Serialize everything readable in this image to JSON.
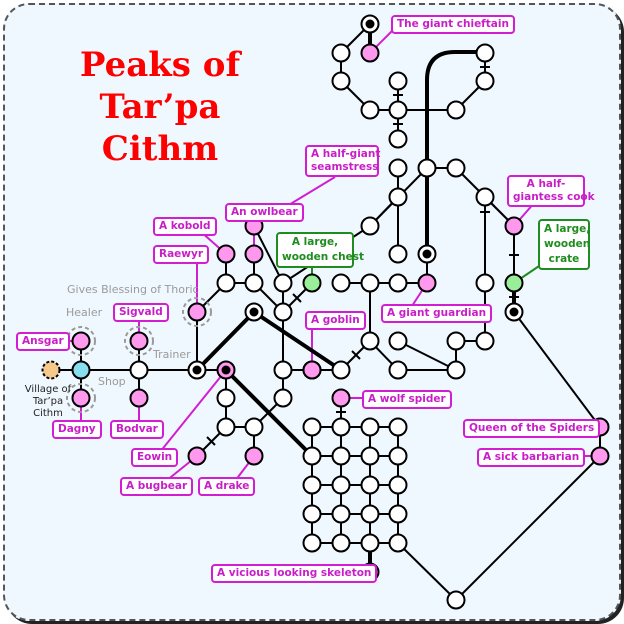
{
  "map": {
    "title_line1": "Peaks of",
    "title_line2": "Tar’pa Cithm",
    "colors": {
      "background": "#f0f8ff",
      "title": "#ff0000",
      "npc_label": "#c81ec8",
      "item_label": "#1e8c1e",
      "npc_node": "#ff99ee",
      "item_node": "#99ee99",
      "shop_node": "#88ddee",
      "start_node": "#f5c88c",
      "note_text": "#9a9a9a"
    },
    "village": {
      "line1": "Village of",
      "line2": "Tar’pa",
      "line3": "Cithm"
    },
    "notes": {
      "healer": "Healer",
      "shop": "Shop",
      "trainer": "Trainer",
      "blessing": "Gives Blessing of Thoric"
    },
    "npc_labels": {
      "giant_chieftain": "The giant chieftain",
      "half_giant_seamstress_1": "A half-giant",
      "half_giant_seamstress_2": "seamstress",
      "half_giantess_cook_1": "A half-",
      "half_giantess_cook_2": "giantess cook",
      "kobold": "A kobold",
      "owlbear": "An owlbear",
      "raewyr": "Raewyr",
      "sigvald": "Sigvald",
      "ansgar": "Ansgar",
      "dagny": "Dagny",
      "bodvar": "Bodvar",
      "eowin": "Eowin",
      "bugbear": "A bugbear",
      "drake": "A drake",
      "goblin": "A goblin",
      "giant_guardian": "A giant guardian",
      "wolf_spider": "A wolf spider",
      "queen_spiders": "Queen of the Spiders",
      "sick_barbarian": "A sick barbarian",
      "skeleton": "A vicious looking skeleton"
    },
    "item_labels": {
      "chest_1": "A large,",
      "chest_2": "wooden chest",
      "crate_1": "A large,",
      "crate_2": "wooden",
      "crate_3": "crate"
    }
  }
}
